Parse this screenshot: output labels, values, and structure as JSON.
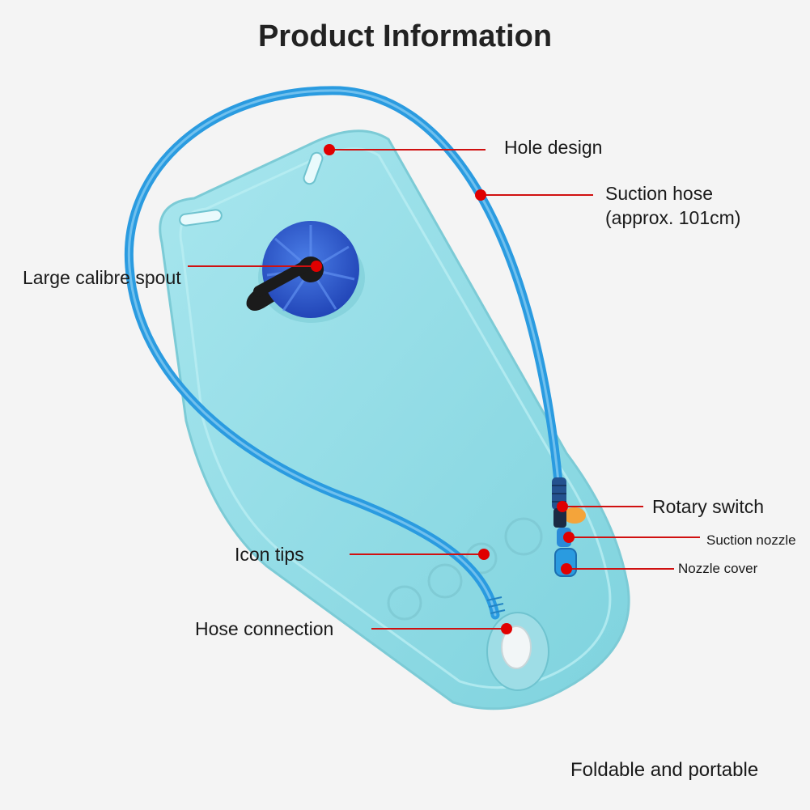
{
  "title": "Product Information",
  "labels": {
    "hole_design": "Hole design",
    "suction_hose_line1": "Suction hose",
    "suction_hose_line2": "(approx. 101cm)",
    "large_calibre_spout": "Large calibre spout",
    "rotary_switch": "Rotary switch",
    "suction_nozzle": "Suction nozzle",
    "nozzle_cover": "Nozzle cover",
    "icon_tips": "Icon tips",
    "hose_connection": "Hose connection"
  },
  "footer": "Foldable and portable",
  "colors": {
    "background": "#f4f4f4",
    "bladder": "#8fdbe4",
    "hose": "#2a9be0",
    "cap": "#2f56c9",
    "marker": "#e00000",
    "leader_line": "#d01010",
    "switch": "#f4a43a"
  }
}
